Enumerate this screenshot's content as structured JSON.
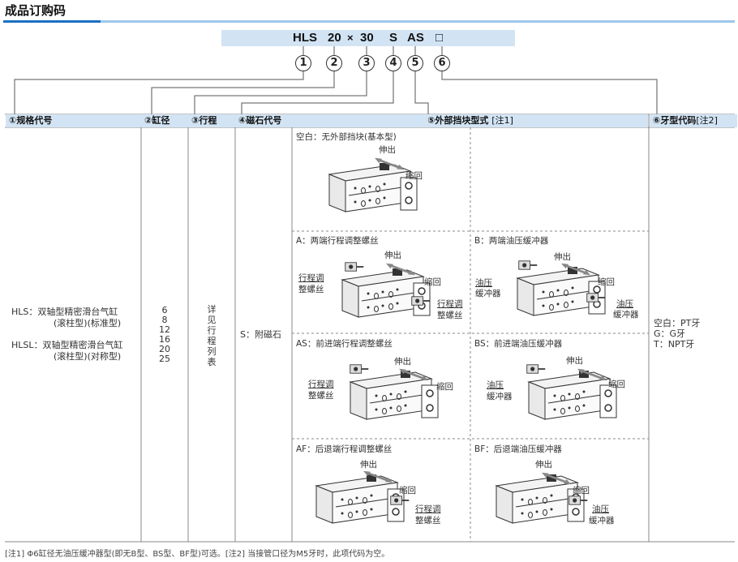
{
  "title": "成品订购码",
  "code": {
    "p1": "HLS",
    "p2": "20",
    "x": "×",
    "p3": "30",
    "p4": "S",
    "p5": "AS",
    "p6": "□"
  },
  "circles": [
    "1",
    "2",
    "3",
    "4",
    "5",
    "6"
  ],
  "headers": {
    "h1": "①规格代号",
    "h2": "②缸径",
    "h3": "③行程",
    "h4": "④磁石代号",
    "h5": "⑤外部挡块型式",
    "h5_note": "[注1]",
    "h6": "⑥牙型代码",
    "h6_note": "[注2]"
  },
  "spec": {
    "line1": "HLS：双轴型精密滑台气缸",
    "line2": "(滚柱型)(标准型)",
    "line3": "HLSL：双轴型精密滑台气缸",
    "line4": "(滚柱型)(对称型)"
  },
  "bores": [
    "6",
    "8",
    "12",
    "16",
    "20",
    "25"
  ],
  "stroke": [
    "详",
    "见",
    "行",
    "程",
    "列",
    "表"
  ],
  "magnet": "S：附磁石",
  "panels": {
    "blank": {
      "label": "空白：无外部挡块(基本型)",
      "extend": "伸出",
      "retract": "缩回"
    },
    "A": {
      "label": "A：两端行程调整螺丝",
      "extend": "伸出",
      "retract": "缩回",
      "adj1a": "行程调",
      "adj1b": "整螺丝",
      "adj2a": "行程调",
      "adj2b": "整螺丝"
    },
    "B": {
      "label": "B：两端油压缓冲器",
      "extend": "伸出",
      "retract": "缩回",
      "abs1a": "油压",
      "abs1b": "缓冲器",
      "abs2a": "油压",
      "abs2b": "缓冲器"
    },
    "AS": {
      "label": "AS：前进端行程调整螺丝",
      "extend": "伸出",
      "retract": "缩回",
      "adja": "行程调",
      "adjb": "整螺丝"
    },
    "BS": {
      "label": "BS：前进端油压缓冲器",
      "extend": "伸出",
      "retract": "缩回",
      "absa": "油压",
      "absb": "缓冲器"
    },
    "AF": {
      "label": "AF：后退端行程调整螺丝",
      "extend": "伸出",
      "retract": "缩回",
      "adja": "行程调",
      "adjb": "整螺丝"
    },
    "BF": {
      "label": "BF：后退端油压缓冲器",
      "extend": "伸出",
      "retract": "缩回",
      "absa": "油压",
      "absb": "缓冲器"
    }
  },
  "thread": {
    "l1": "空白：PT牙",
    "l2": "G：G牙",
    "l3": "T：NPT牙"
  },
  "footer": "[注1] Φ6缸径无油压缓冲器型(即无B型、BS型、BF型)可选。[注2] 当接管口径为M5牙时，此项代码为空。"
}
